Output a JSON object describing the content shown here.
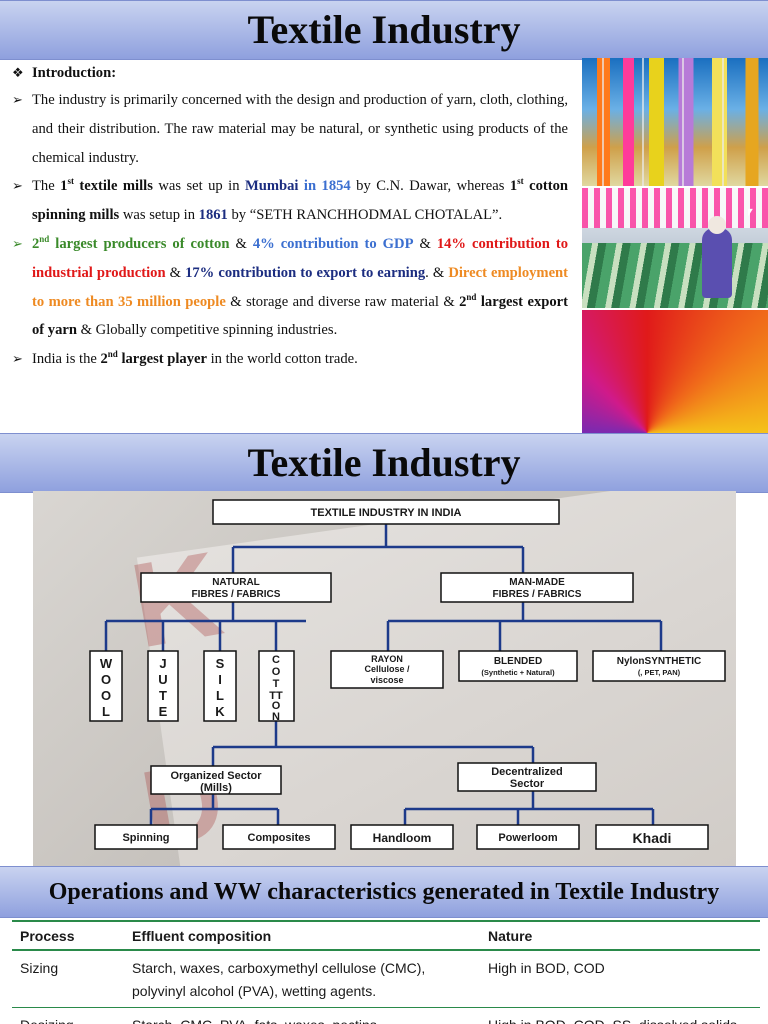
{
  "slide1": {
    "title": "Textile Industry",
    "intro_heading": "Introduction:",
    "para1": "The industry is primarily concerned with the design and production of yarn, cloth, clothing, and their distribution. The raw material may be natural, or synthetic using products of the chemical industry.",
    "para2": {
      "t1": "The ",
      "sup_num": "1",
      "sup_st": "st",
      "t2": " textile mills",
      "t3": " was set up in ",
      "city": "Mumbai",
      "t4": " in 1854",
      "t5": " by C.N. Dawar, whereas ",
      "sup_num2": "1",
      "sup_st2": "st",
      "t6": "cotton spinning mills",
      "t7": " was setup in ",
      "year": "1861",
      "t8": " by “SETH RANCHHODMAL CHOTALAL”."
    },
    "para3": {
      "n1": "2",
      "s1": "nd",
      "green": " largest producers of cotton",
      "amp": " & ",
      "gdp": "4% contribution to GDP",
      "red": "14% contribution to industrial production",
      "export": "17% contribution to export to earning",
      "dot": ". & ",
      "orange": "Direct employment to more than 35 million people",
      "rest1": " & storage and diverse raw material & ",
      "n2": "2",
      "s2": "nd",
      "yarn": " largest export of yarn",
      "rest2": " & Globally competitive spinning industries."
    },
    "para4": {
      "t1": "India is the ",
      "n": "2",
      "s": "nd",
      "b": "  largest player",
      "t2": " in the world cotton trade."
    },
    "icons": {
      "bookmark": "bookmark-add-icon"
    }
  },
  "slide2": {
    "title": "Textile Industry",
    "sketch_letters": [
      "K",
      "D"
    ],
    "diagram": {
      "root": "TEXTILE INDUSTRY IN INDIA",
      "natural": [
        "NATURAL",
        "FIBRES / FABRICS"
      ],
      "manmade": [
        "MAN-MADE",
        "FIBRES / FABRICS"
      ],
      "wool": [
        "W",
        "O",
        "O",
        "L"
      ],
      "jute": [
        "J",
        "U",
        "T",
        "E"
      ],
      "silk": [
        "S",
        "I",
        "L",
        "K"
      ],
      "cotton": [
        "C",
        "O",
        "T",
        "TT",
        "O",
        "N"
      ],
      "rayon": [
        "RAYON",
        "Cellulose /",
        "viscose"
      ],
      "blended": [
        "BLENDED",
        "(Synthetic + Natural)"
      ],
      "nylon": [
        "NylonSYNTHETIC",
        "(, PET, PAN)"
      ],
      "organized": [
        "Organized Sector",
        "(Mills)"
      ],
      "decentral": [
        "Decentralized",
        "Sector"
      ],
      "spinning": "Spinning",
      "composites": "Composites",
      "handloom": "Handloom",
      "powerloom": "Powerloom",
      "khadi": "Khadi"
    }
  },
  "slide3": {
    "title": "Operations and WW characteristics generated in Textile Industry",
    "headers": [
      "Process",
      "Effluent composition",
      "Nature"
    ],
    "rows": [
      [
        "Sizing",
        "Starch, waxes, carboxymethyl cellulose (CMC), polyvinyl alcohol (PVA), wetting agents.",
        "High in BOD, COD"
      ],
      [
        "Desizing",
        "Starch, CMC, PVA, fats, waxes, pectins",
        "High in BOD, COD, SS, dissolved solids"
      ]
    ]
  }
}
